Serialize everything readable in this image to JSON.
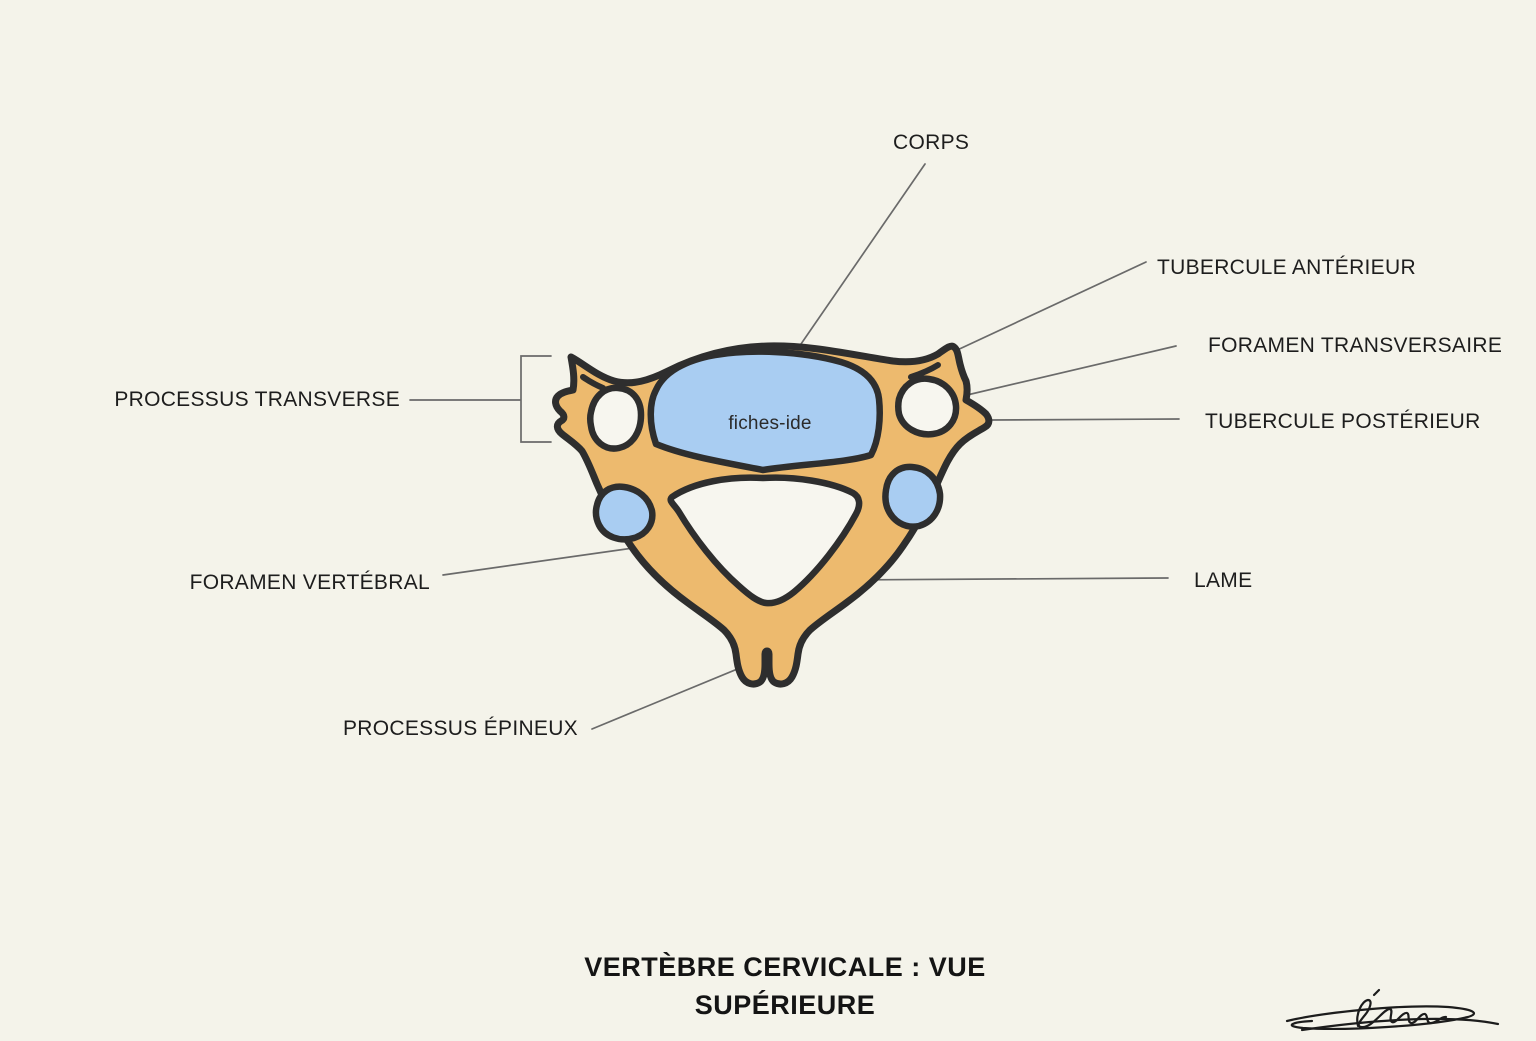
{
  "title": "VERTÈBRE CERVICALE : VUE SUPÉRIEURE",
  "watermark": "fiches-ide",
  "labels": {
    "corps": "CORPS",
    "tubercule_anterieur": "TUBERCULE ANTÉRIEUR",
    "foramen_transversaire": "FORAMEN TRANSVERSAIRE",
    "tubercule_posterieur": "TUBERCULE POSTÉRIEUR",
    "processus_transverse": "PROCESSUS TRANSVERSE",
    "foramen_vertebral": "FORAMEN VERTÉBRAL",
    "lame": "LAME",
    "processus_epineux": "PROCESSUS ÉPINEUX"
  },
  "colors": {
    "background": "#f4f3ea",
    "bone": "#edba6e",
    "cartilage_blue": "#a9cdf2",
    "foramen_fill": "#f7f6ef",
    "outline": "#2e2e2e",
    "leader_line": "#6a6a6a",
    "text": "#1d1d1d"
  }
}
